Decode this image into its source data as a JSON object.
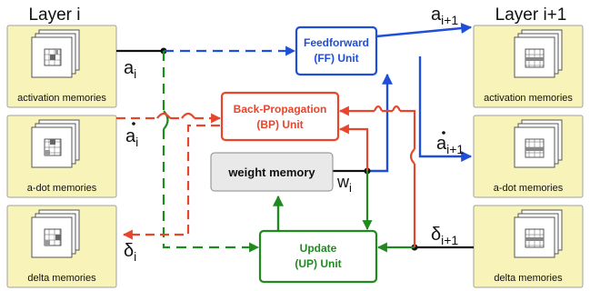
{
  "columns": {
    "left": "Layer i",
    "right": "Layer i+1"
  },
  "memories": {
    "left": [
      "activation memories",
      "a-dot memories",
      "delta memories"
    ],
    "right": [
      "activation memories",
      "a-dot memories",
      "delta memories"
    ]
  },
  "units": {
    "ff": {
      "line1": "Feedforward",
      "line2": "(FF) Unit",
      "color": "#1f4fd8"
    },
    "bp": {
      "line1": "Back-Propagation",
      "line2": "(BP) Unit",
      "color": "#e8452c"
    },
    "up": {
      "line1": "Update",
      "line2": "(UP) Unit",
      "color": "#1f8a1f"
    },
    "wm": {
      "label": "weight memory"
    }
  },
  "signals": {
    "a_i": {
      "base": "a",
      "sub": "i"
    },
    "adot_i": {
      "base": "a",
      "sub": "i"
    },
    "delta_i": {
      "base": "δ",
      "sub": "i"
    },
    "w_i": {
      "base": "w",
      "sub": "i"
    },
    "a_i1": {
      "base": "a",
      "sub": "i+1"
    },
    "adot_i1": {
      "base": "a",
      "sub": "i+1"
    },
    "delta_i1": {
      "base": "δ",
      "sub": "i+1"
    }
  },
  "colors": {
    "panel": "#f8f3b8",
    "panel_border": "#a0a0a0",
    "black": "#111111"
  }
}
